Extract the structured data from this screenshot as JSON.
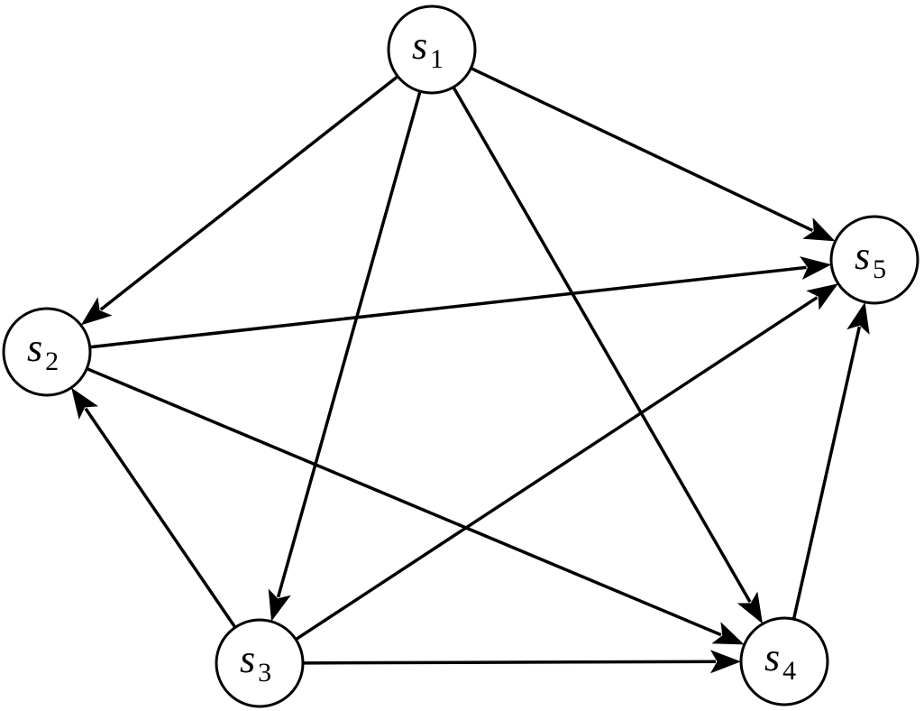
{
  "nodes": [
    {
      "id": "s1",
      "letter": "s",
      "sub": "1"
    },
    {
      "id": "s2",
      "letter": "s",
      "sub": "2"
    },
    {
      "id": "s3",
      "letter": "s",
      "sub": "3"
    },
    {
      "id": "s4",
      "letter": "s",
      "sub": "4"
    },
    {
      "id": "s5",
      "letter": "s",
      "sub": "5"
    }
  ],
  "edges": [
    {
      "from": "s1",
      "to": "s2"
    },
    {
      "from": "s1",
      "to": "s3"
    },
    {
      "from": "s1",
      "to": "s4"
    },
    {
      "from": "s1",
      "to": "s5"
    },
    {
      "from": "s2",
      "to": "s4"
    },
    {
      "from": "s2",
      "to": "s5"
    },
    {
      "from": "s3",
      "to": "s2"
    },
    {
      "from": "s3",
      "to": "s4"
    },
    {
      "from": "s3",
      "to": "s5"
    },
    {
      "from": "s4",
      "to": "s5"
    }
  ],
  "colors": {
    "stroke": "#000000",
    "node_fill": "#ffffff",
    "background": "#ffffff"
  }
}
